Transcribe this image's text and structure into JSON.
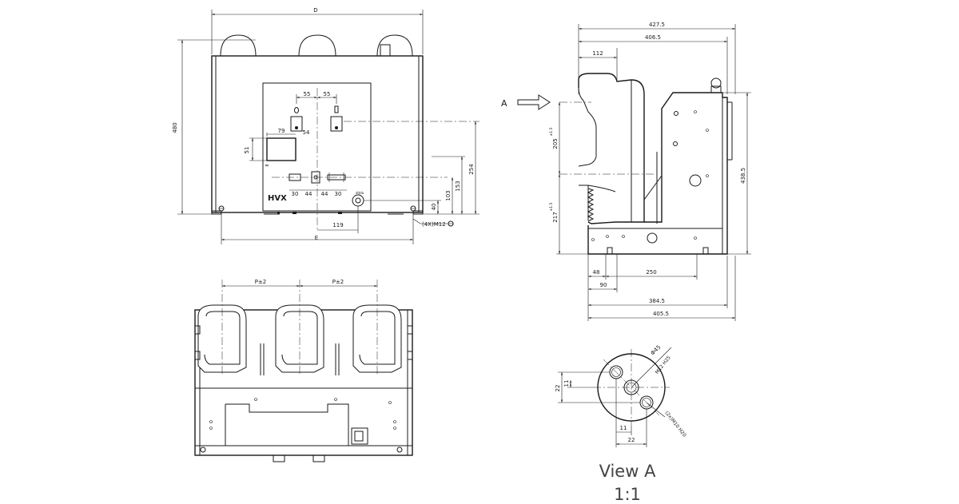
{
  "front_view": {
    "width_top": "D",
    "height": "480",
    "width_bottom": "E",
    "brand": "HVX",
    "dim_55_left": "55",
    "dim_55_right": "55",
    "dim_79": "79",
    "dim_54": "54",
    "dim_51": "51",
    "dim_8": "8",
    "dim_30_left": "30",
    "dim_44_left": "44",
    "dim_44_right": "44",
    "dim_30_right": "30",
    "dim_119": "119",
    "dim_40": "40",
    "dim_103": "103",
    "dim_153": "153",
    "dim_254": "254",
    "bolt_note": "(4X)M12"
  },
  "side_view": {
    "dim_4275": "427.5",
    "dim_4065": "406.5",
    "dim_112": "112",
    "arrow_label": "A",
    "dim_205": "205",
    "dim_205_tol": "±1.5",
    "dim_217": "217",
    "dim_217_tol": "±1.5",
    "dim_4385": "438.5",
    "dim_48": "48",
    "dim_90": "90",
    "dim_250": "250",
    "dim_3845": "384.5",
    "dim_4055": "405.5"
  },
  "top_view": {
    "pitch_left": "P±2",
    "pitch_right": "P±2"
  },
  "view_a": {
    "dia": "Φ45",
    "tap_center": "M12 H25",
    "tap_sides": "(2x)M10 H20",
    "dim_22_v": "22",
    "dim_11_v": "11",
    "dim_11_h": "11",
    "dim_22_h": "22",
    "title": "View A",
    "scale": "1:1"
  }
}
